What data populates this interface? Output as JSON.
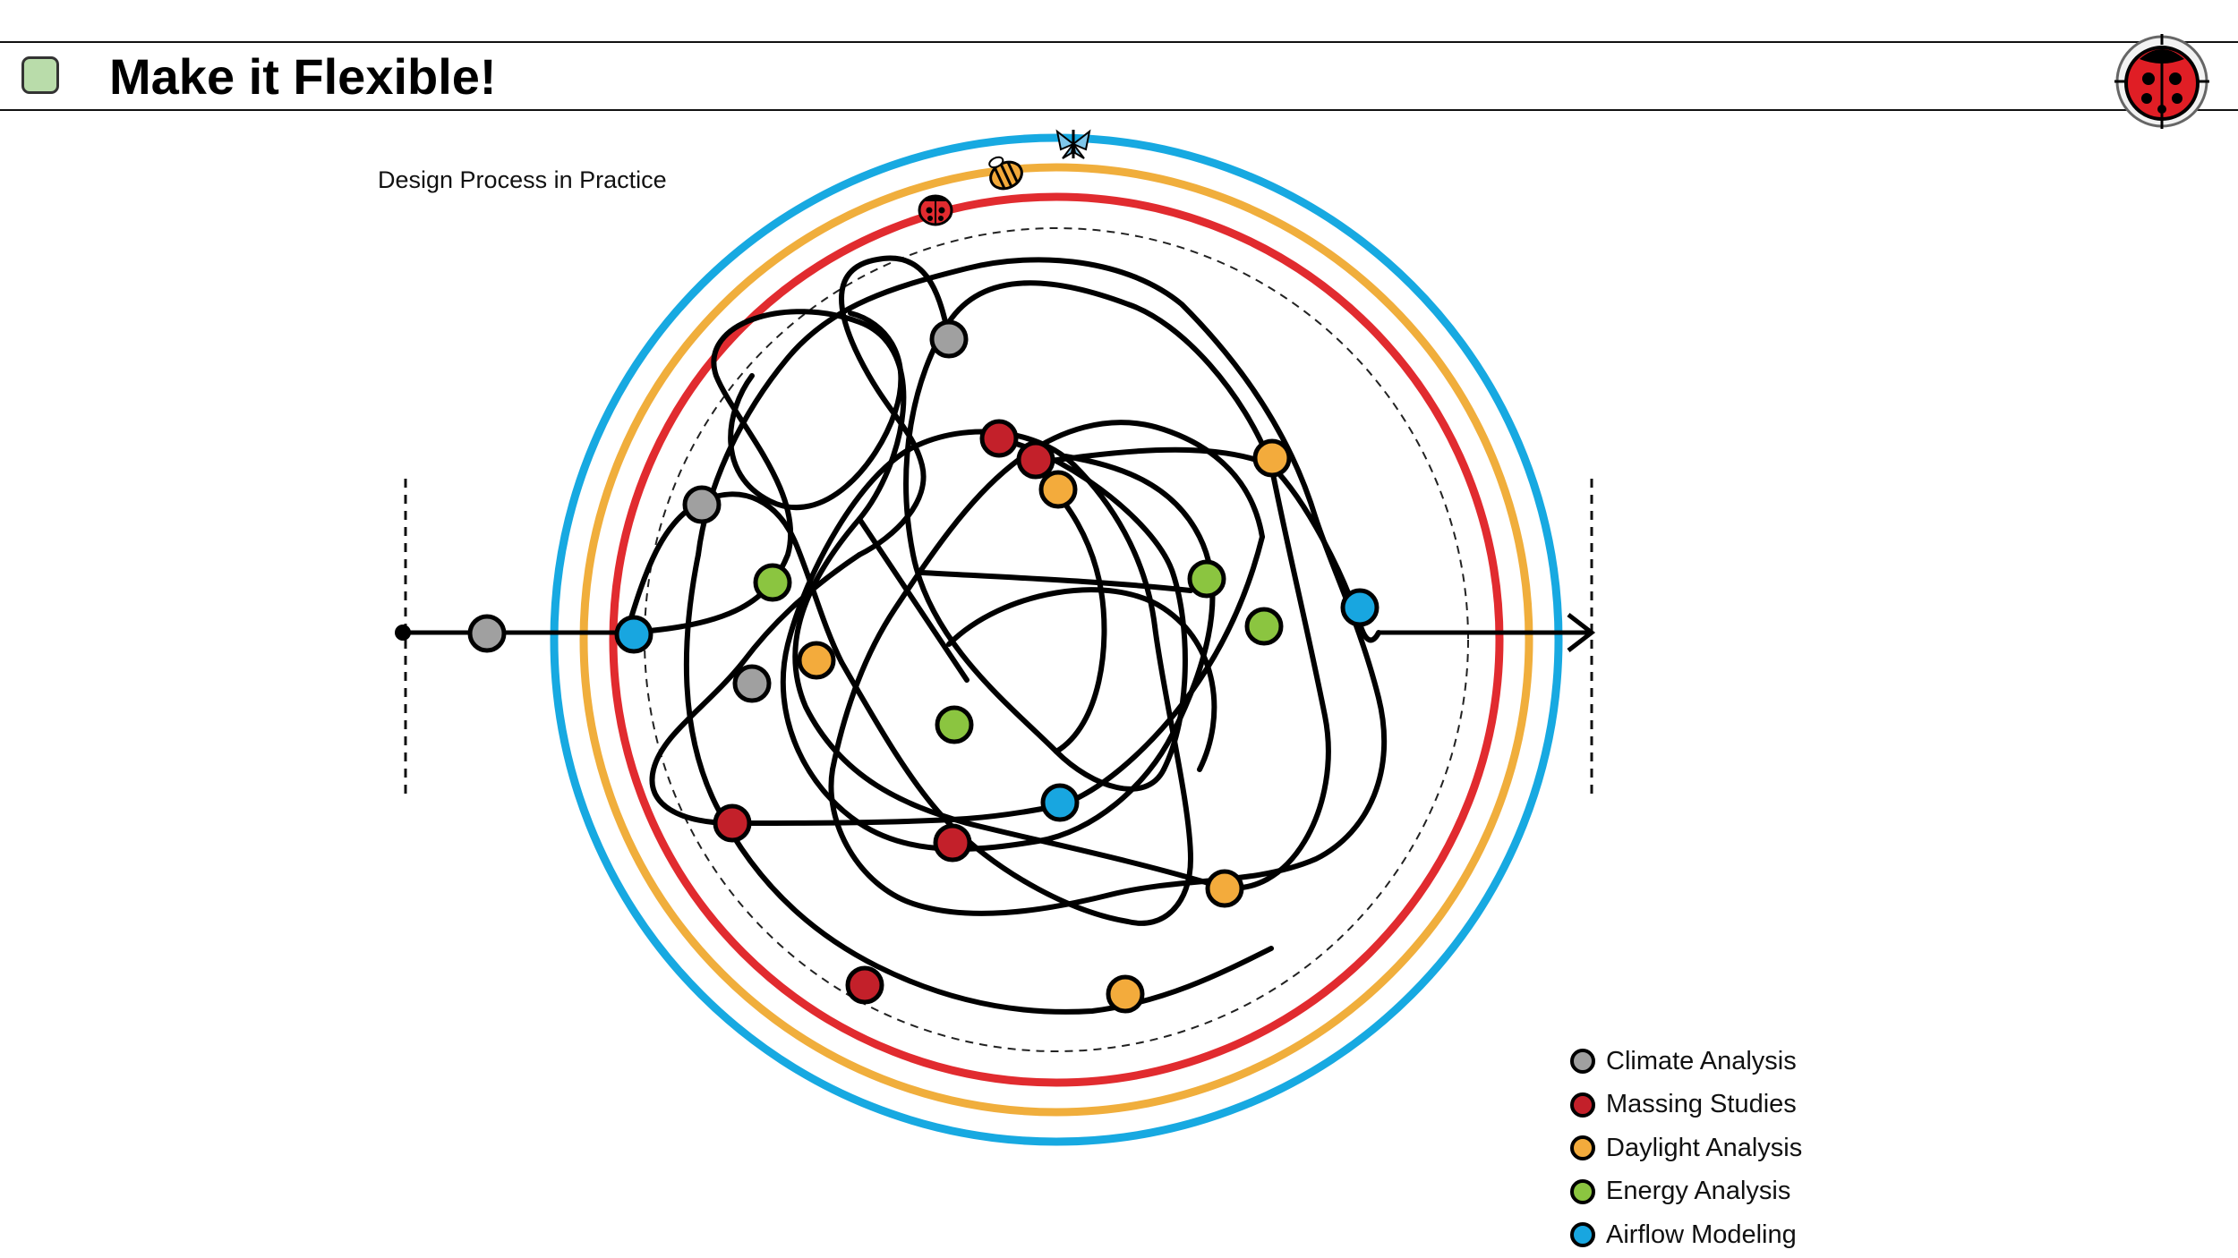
{
  "header": {
    "title": "Make it Flexible!",
    "swatch_color": "#b9dcaa",
    "logo_icon": "ladybug-icon"
  },
  "diagram": {
    "subtitle": "Design Process in Practice",
    "ring_colors": {
      "outer": "#17a9e1",
      "middle": "#f0ae3c",
      "inner": "#e12b2f"
    },
    "ring_icons": [
      "ladybug-icon",
      "honeybee-icon",
      "butterfly-icon"
    ]
  },
  "legend": {
    "items": [
      {
        "label": "Climate Analysis",
        "color": "#a0a0a0"
      },
      {
        "label": "Massing Studies",
        "color": "#c3202a"
      },
      {
        "label": "Daylight Analysis",
        "color": "#f3ab3c"
      },
      {
        "label": "Energy Analysis",
        "color": "#8bc540"
      },
      {
        "label": "Airflow Modeling",
        "color": "#18a6e0"
      }
    ]
  }
}
